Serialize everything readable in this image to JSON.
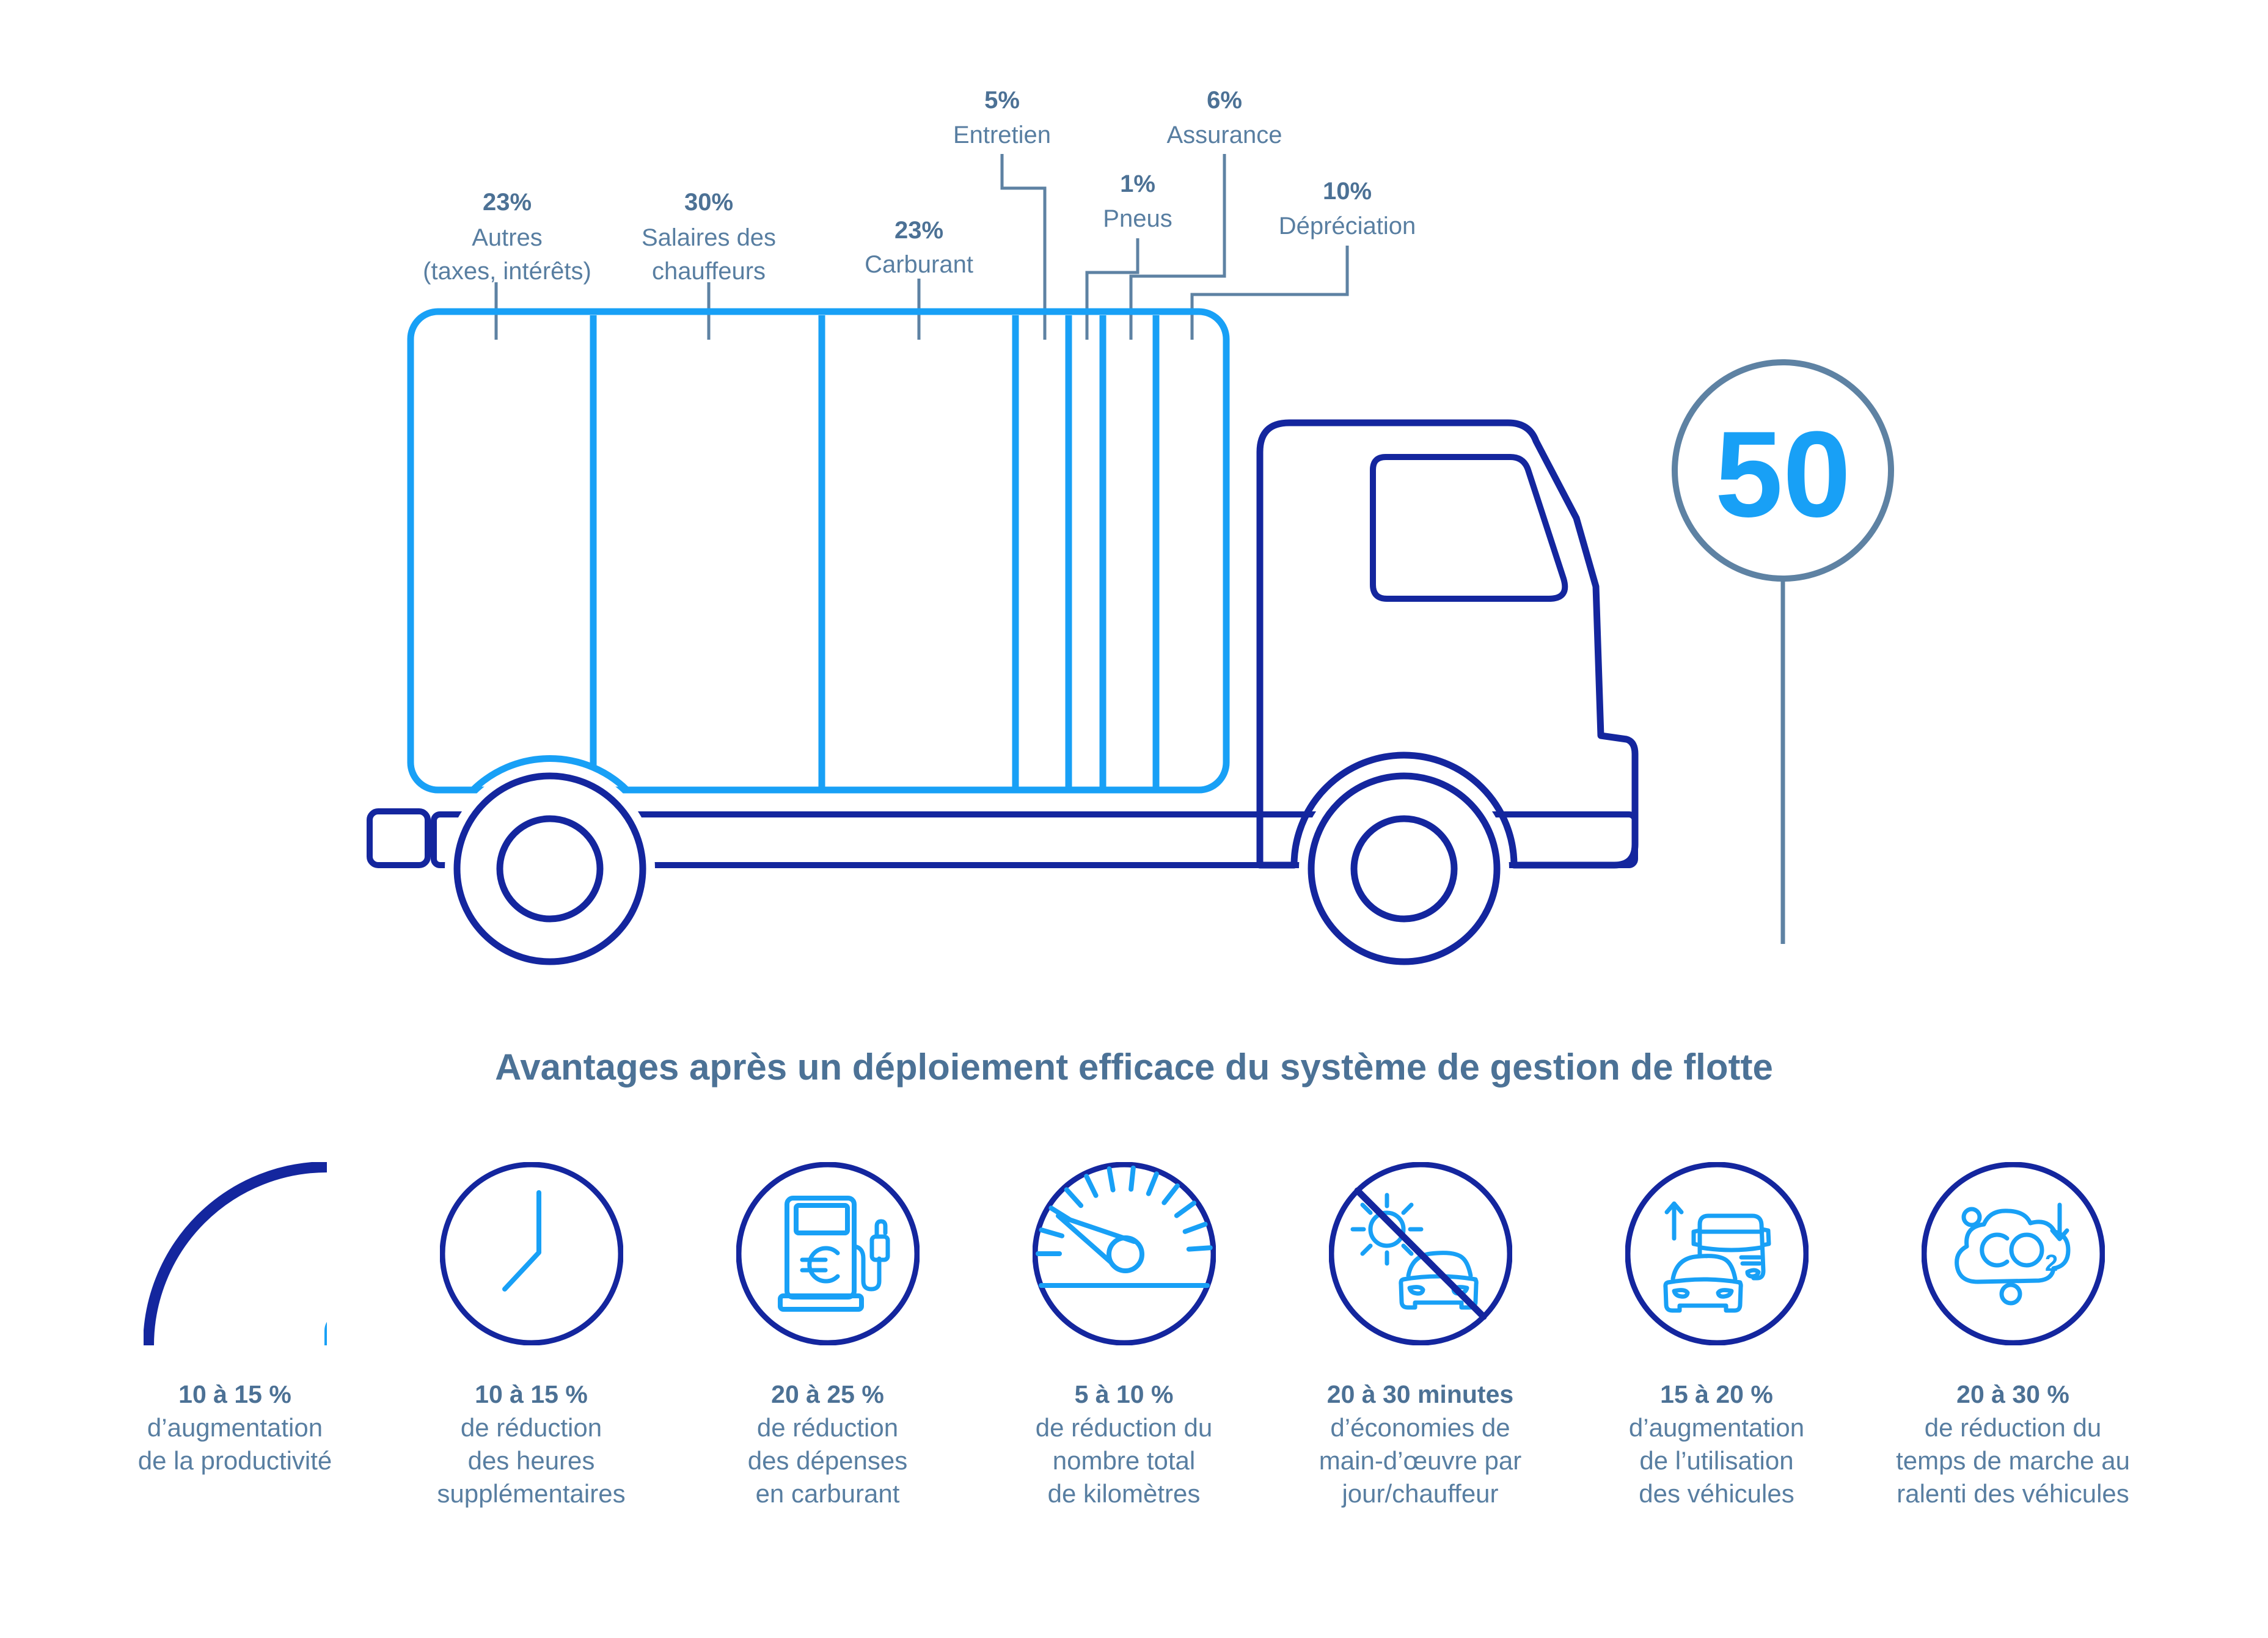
{
  "colors": {
    "bright_blue": "#18A0F6",
    "navy": "#14269E",
    "slate_line": "#5E82A3",
    "label_bold": "#4C7195",
    "label_regular": "#587EA1",
    "title": "#4C7296",
    "background": "#FFFFFF"
  },
  "chart_data": {
    "type": "bar",
    "subtype": "100-percent-stacked-truck-infographic",
    "title": "Répartition des coûts de flotte (camion)",
    "categories": [
      "Autres (taxes, intérêts)",
      "Salaires des chauffeurs",
      "Carburant",
      "Entretien",
      "Pneus",
      "Assurance",
      "Dépréciation"
    ],
    "values": [
      23,
      30,
      23,
      5,
      1,
      6,
      10
    ],
    "unit": "%"
  },
  "truck_chart": {
    "segments": [
      {
        "value": 23,
        "pct": "23%",
        "label_lines": [
          "Autres",
          "(taxes, intérêts)"
        ]
      },
      {
        "value": 30,
        "pct": "30%",
        "label_lines": [
          "Salaires des",
          "chauffeurs"
        ]
      },
      {
        "value": 23,
        "pct": "23%",
        "label_lines": [
          "Carburant"
        ]
      },
      {
        "value": 5,
        "pct": "5%",
        "label_lines": [
          "Entretien"
        ]
      },
      {
        "value": 1,
        "pct": "1%",
        "label_lines": [
          "Pneus"
        ]
      },
      {
        "value": 6,
        "pct": "6%",
        "label_lines": [
          "Assurance"
        ]
      },
      {
        "value": 10,
        "pct": "10%",
        "label_lines": [
          "Dépréciation"
        ]
      }
    ],
    "speed_sign_value": "50"
  },
  "benefits": {
    "title": "Avantages après un déploiement efficace du système de gestion de flotte",
    "items": [
      {
        "icon": "bar-chart-icon",
        "range": "10 à 15 %",
        "lines": [
          "d’augmentation",
          "de la productivité"
        ]
      },
      {
        "icon": "clock-icon",
        "range": "10 à 15 %",
        "lines": [
          "de réduction",
          "des heures",
          "supplémentaires"
        ]
      },
      {
        "icon": "fuel-pump-euro-icon",
        "range": "20 à 25 %",
        "lines": [
          "de réduction",
          "des dépenses",
          "en carburant"
        ]
      },
      {
        "icon": "speedometer-icon",
        "range": "5 à 10 %",
        "lines": [
          "de réduction du",
          "nombre total",
          "de kilomètres"
        ]
      },
      {
        "icon": "no-idling-icon",
        "range": "20 à 30 minutes",
        "lines": [
          "d’économies de",
          "main-d’œuvre par",
          "jour/chauffeur"
        ]
      },
      {
        "icon": "fleet-utilization-icon",
        "range": "15 à 20 %",
        "lines": [
          "d’augmentation",
          "de l’utilisation",
          "des véhicules"
        ]
      },
      {
        "icon": "co2-reduction-icon",
        "range": "20 à 30 %",
        "lines": [
          "de réduction du",
          "temps de marche au",
          "ralenti des véhicules"
        ]
      }
    ]
  }
}
